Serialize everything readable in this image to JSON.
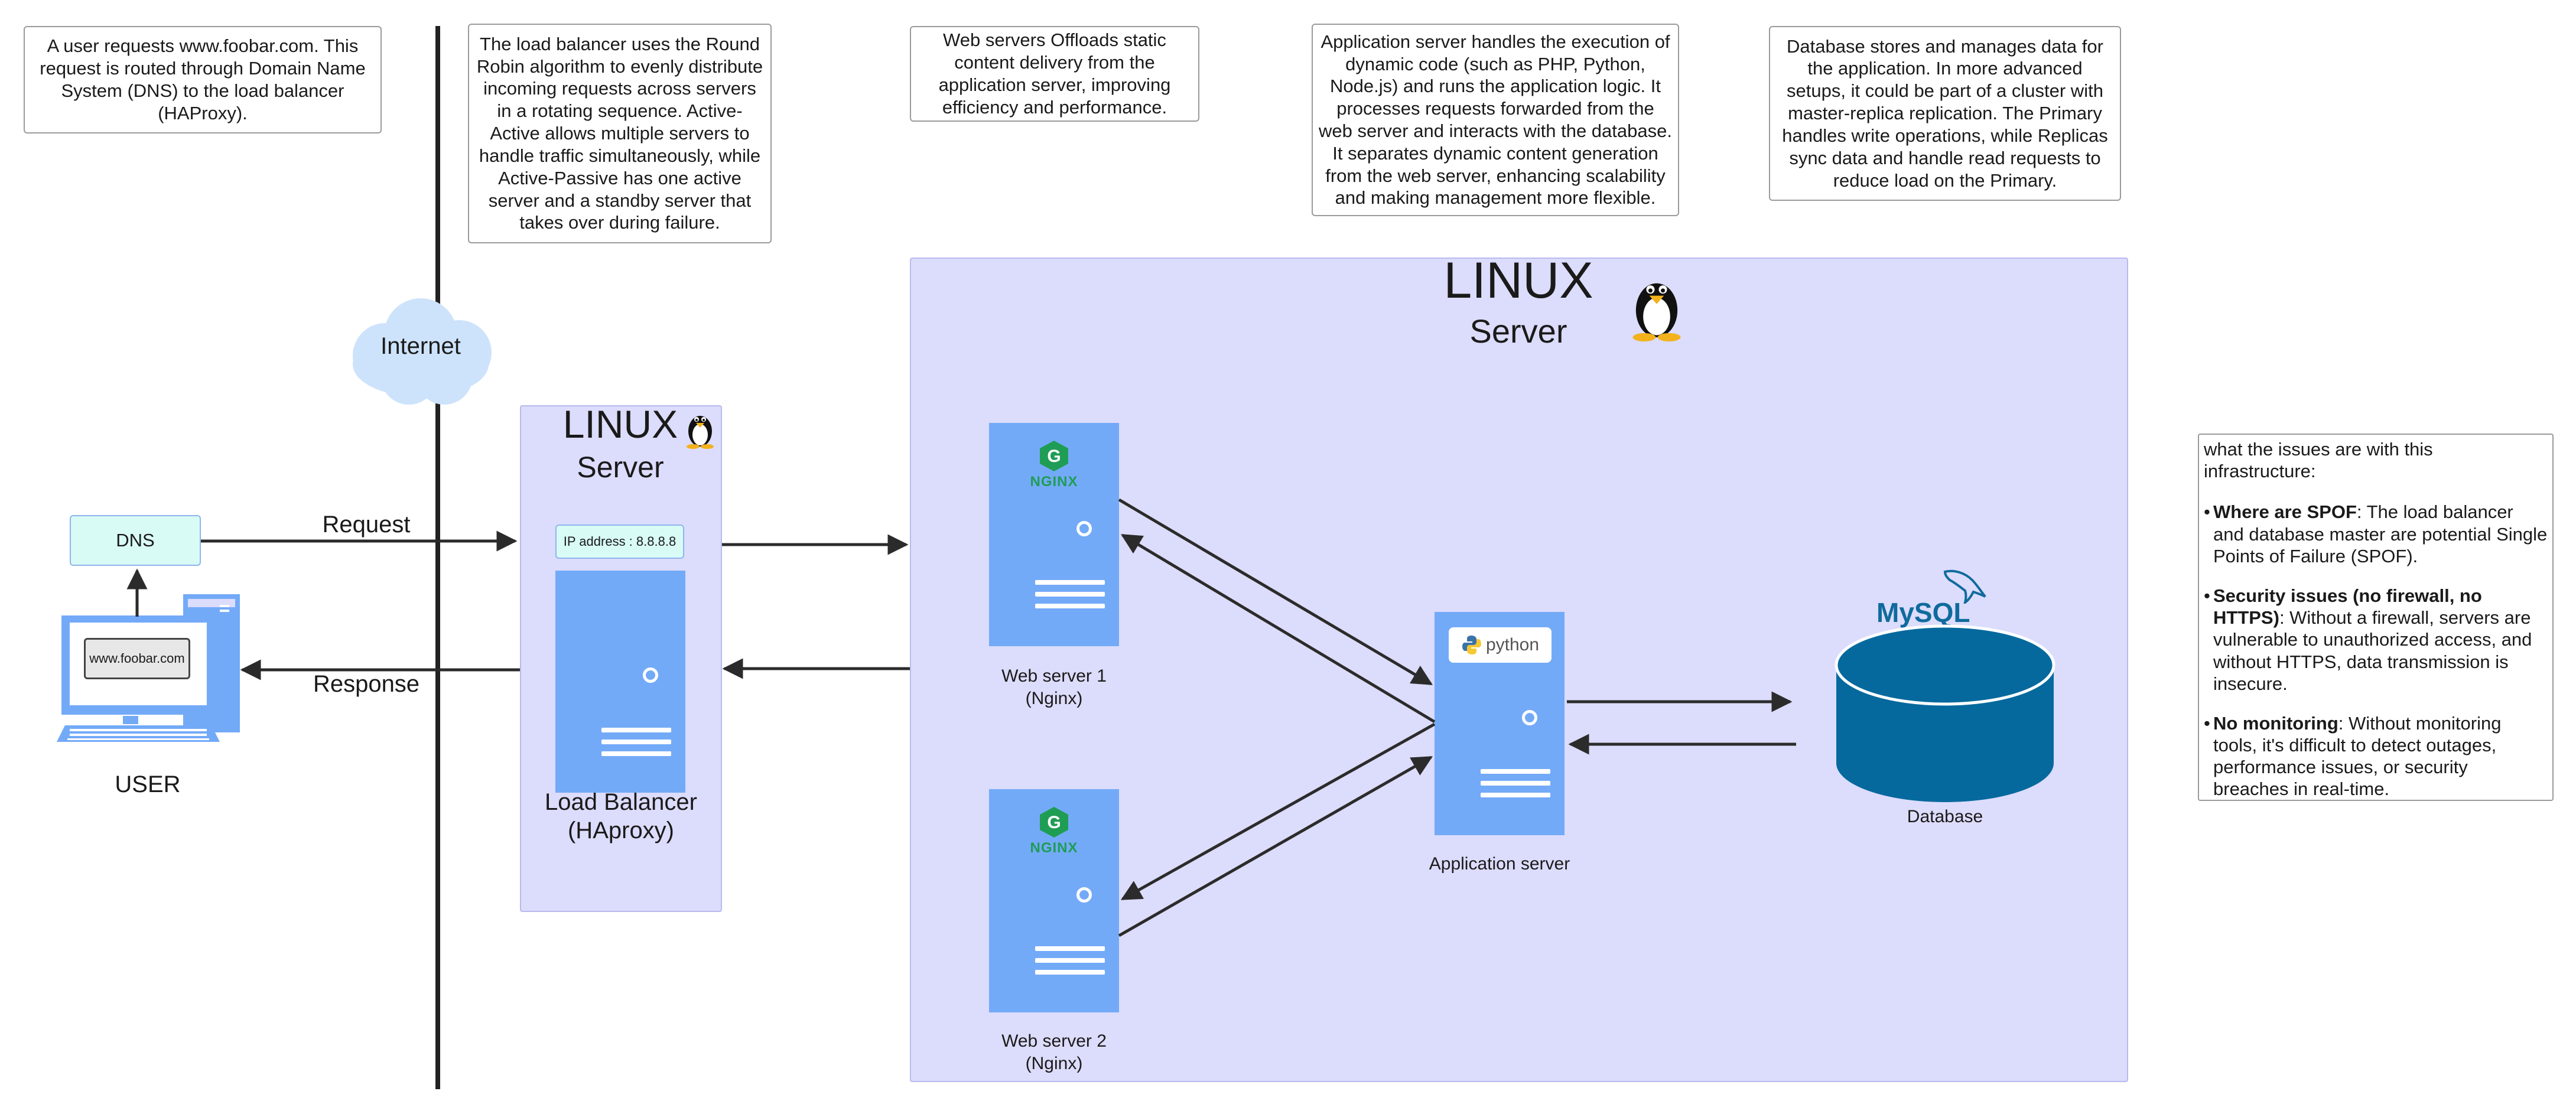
{
  "notes": {
    "user": "A user requests www.foobar.com. This request is routed through Domain Name System (DNS) to the load balancer (HAProxy).",
    "load_balancer": "The load balancer uses the Round Robin algorithm to evenly distribute incoming requests across servers in a rotating sequence. Active-Active allows multiple servers to handle traffic simultaneously, while Active-Passive has one active server and a standby server that takes over during failure.",
    "web_servers": "Web servers Offloads static content delivery from the application server, improving efficiency and performance.",
    "app_server": "Application server handles the execution of dynamic code (such as PHP, Python, Node.js) and runs the application logic. It processes requests forwarded from the web server and interacts with the database. It separates dynamic content generation from the web server, enhancing scalability and making management more flexible.",
    "database": "Database stores and manages data for the application. In more advanced setups, it could be part of a cluster with master-replica replication. The Primary handles write operations, while Replicas sync data and handle read requests to reduce load on the Primary."
  },
  "internet_label": "Internet",
  "dns_label": "DNS",
  "browser_url": "www.foobar.com",
  "user_label": "USER",
  "request_label": "Request",
  "response_label": "Response",
  "lb_panel": {
    "os": "LINUX",
    "kind": "Server",
    "ip": "IP address : 8.8.8.8",
    "label_line1": "Load Balancer",
    "label_line2": "(HAproxy)"
  },
  "main_panel": {
    "os": "LINUX",
    "kind": "Server"
  },
  "web1": {
    "logo": "NGINX",
    "line1": "Web server 1",
    "line2": "(Nginx)"
  },
  "web2": {
    "logo": "NGINX",
    "line1": "Web server 2",
    "line2": "(Nginx)"
  },
  "app": {
    "logo": "python",
    "label": "Application server"
  },
  "db": {
    "logo": "MySQL",
    "label": "Database"
  },
  "issues": {
    "heading": "what the issues are with this infrastructure:",
    "items": [
      {
        "title": "Where are SPOF",
        "text": ": The load balancer and database master are potential Single Points of Failure (SPOF)."
      },
      {
        "title": "Security issues (no firewall, no HTTPS)",
        "text": ": Without a firewall, servers are vulnerable to unauthorized access, and without HTTPS, data transmission is insecure."
      },
      {
        "title": "No monitoring",
        "text": ": Without monitoring tools, it's difficult to detect outages, performance issues, or security breaches in real-time."
      }
    ]
  },
  "colors": {
    "server": "#73aaf8",
    "panel": "#dcdcfc",
    "database": "#05699d",
    "dns": "#d8fbf6",
    "cloud": "#cde3fb"
  }
}
